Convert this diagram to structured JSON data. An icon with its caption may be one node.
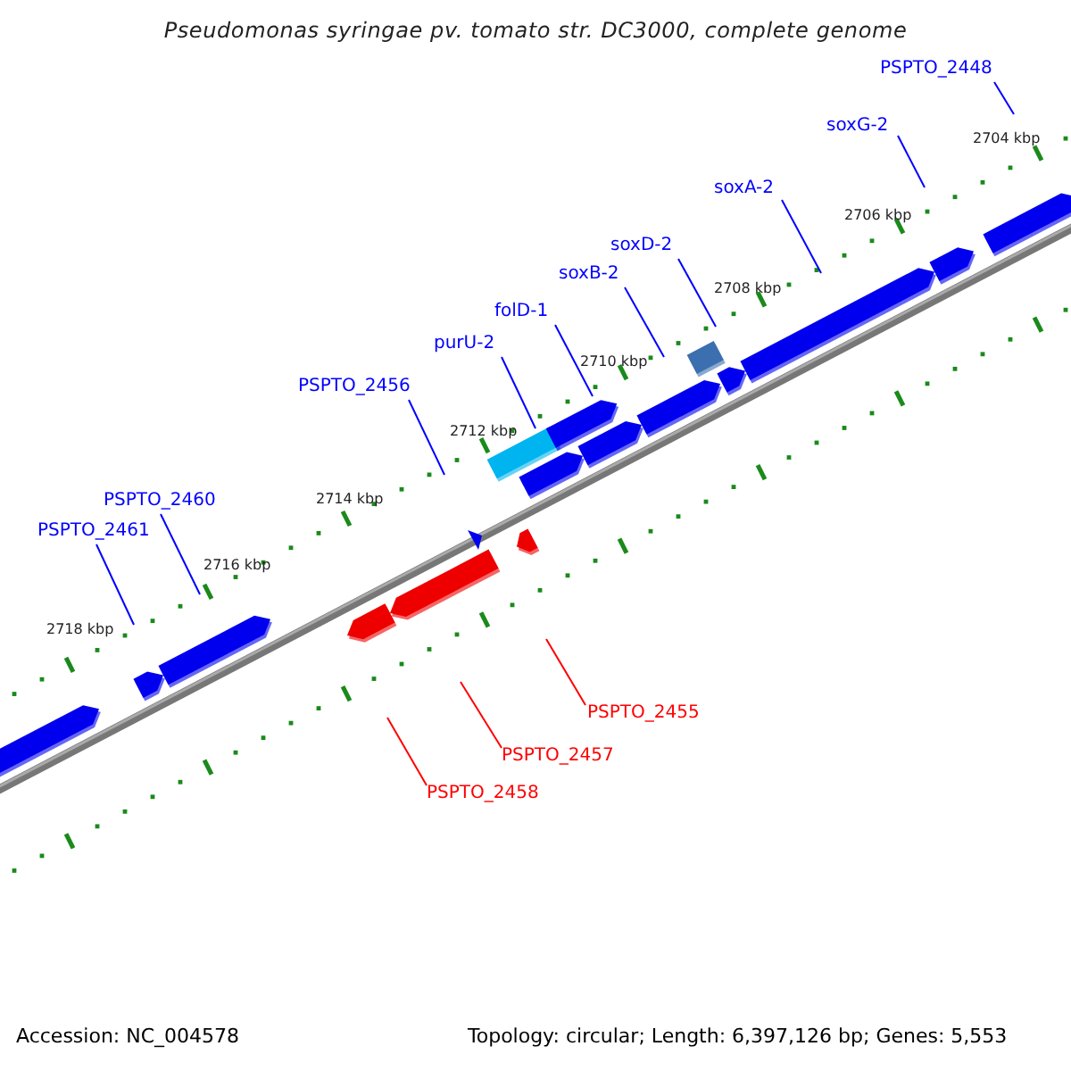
{
  "diagram": {
    "title": "Pseudomonas syringae pv. tomato str. DC3000, complete genome",
    "nodes": [
      {
        "text": [
          "PSPTO_2448"
        ]
      },
      {
        "text": [
          "soxG-2"
        ]
      },
      {
        "text": [
          "soxA-2"
        ]
      },
      {
        "text": [
          "soxD-2"
        ]
      },
      {
        "text": [
          "soxB-2"
        ]
      },
      {
        "text": [
          "folD-1"
        ]
      },
      {
        "text": [
          "purU-2"
        ]
      },
      {
        "text": [
          "PSPTO_2456"
        ]
      },
      {
        "text": [
          "PSPTO_2460"
        ]
      },
      {
        "text": [
          "PSPTO_2461"
        ]
      },
      {
        "text": [
          "PSPTO_2455"
        ]
      },
      {
        "text": [
          "PSPTO_2457"
        ]
      },
      {
        "text": [
          "PSPTO_2458"
        ]
      }
    ],
    "edges": [
      {
        "from": 0,
        "to": null,
        "arrow": "none"
      },
      {
        "from": 1,
        "to": null,
        "arrow": "none"
      },
      {
        "from": 2,
        "to": null,
        "arrow": "none"
      },
      {
        "from": 3,
        "to": null,
        "arrow": "none"
      },
      {
        "from": 4,
        "to": null,
        "arrow": "none"
      },
      {
        "from": 5,
        "to": null,
        "arrow": "none"
      },
      {
        "from": 6,
        "to": null,
        "arrow": "none"
      },
      {
        "from": 7,
        "to": null,
        "arrow": "none"
      },
      {
        "from": 8,
        "to": null,
        "arrow": "none"
      },
      {
        "from": 9,
        "to": null,
        "arrow": "none"
      },
      {
        "from": 10,
        "to": null,
        "arrow": "none",
        "color": "#ff0000"
      },
      {
        "from": 11,
        "to": null,
        "arrow": "none",
        "color": "#ff0000"
      },
      {
        "from": 12,
        "to": null,
        "arrow": "none",
        "color": "#ff0000"
      }
    ],
    "labels": [
      "2704 kbp",
      "2706 kbp",
      "2708 kbp",
      "2710 kbp",
      "2712 kbp",
      "2714 kbp",
      "2716 kbp",
      "2718 kbp",
      "Accession: NC_004578",
      "Topology: circular; Length: 6,397,126 bp; Genes: 5,553"
    ]
  }
}
